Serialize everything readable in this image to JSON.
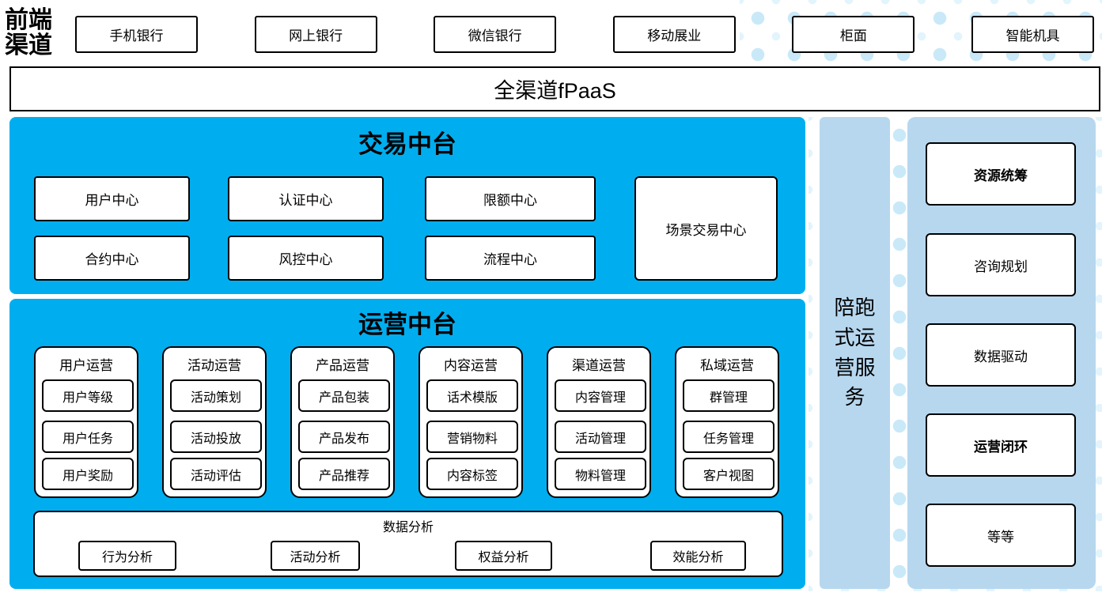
{
  "frontend": {
    "label": "前端\n渠道",
    "channels": [
      "手机银行",
      "网上银行",
      "微信银行",
      "移动展业",
      "柜面",
      "智能机具"
    ]
  },
  "fpaas": {
    "label": "全渠道fPaaS"
  },
  "transaction": {
    "title": "交易中台",
    "grid": [
      "用户中心",
      "认证中心",
      "限额中心",
      "合约中心",
      "风控中心",
      "流程中心"
    ],
    "scene_box": "场景交易中心"
  },
  "operation": {
    "title": "运营中台",
    "columns": [
      {
        "header": "用户运营",
        "items": [
          "用户等级",
          "用户任务",
          "用户奖励"
        ]
      },
      {
        "header": "活动运营",
        "items": [
          "活动策划",
          "活动投放",
          "活动评估"
        ]
      },
      {
        "header": "产品运营",
        "items": [
          "产品包装",
          "产品发布",
          "产品推荐"
        ]
      },
      {
        "header": "内容运营",
        "items": [
          "话术模版",
          "营销物料",
          "内容标签"
        ]
      },
      {
        "header": "渠道运营",
        "items": [
          "内容管理",
          "活动管理",
          "物料管理"
        ]
      },
      {
        "header": "私域运营",
        "items": [
          "群管理",
          "任务管理",
          "客户视图"
        ]
      }
    ],
    "analysis": {
      "title": "数据分析",
      "items": [
        "行为分析",
        "活动分析",
        "权益分析",
        "效能分析"
      ]
    }
  },
  "companion": {
    "label": "陪跑式运营服务",
    "lines": [
      "陪跑",
      "式运",
      "营服",
      "务"
    ]
  },
  "services": {
    "items": [
      {
        "label": "资源统筹",
        "bold": true
      },
      {
        "label": "咨询规划",
        "bold": false
      },
      {
        "label": "数据驱动",
        "bold": false
      },
      {
        "label": "运营闭环",
        "bold": true
      },
      {
        "label": "等等",
        "bold": false
      }
    ]
  },
  "colors": {
    "primary_blue": "#00AEEF",
    "light_blue": "#B7D7EF",
    "dot_blue": "#C9E9F8"
  }
}
